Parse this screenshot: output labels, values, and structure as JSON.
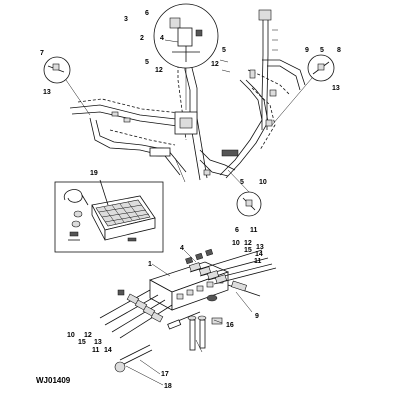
{
  "figure_id": "WJ01409",
  "callouts": {
    "c1": "1",
    "c2": "2",
    "c3": "3",
    "c4": "4",
    "c5": "5",
    "c6": "6",
    "c7": "7",
    "c8": "8",
    "c9": "9",
    "c10": "10",
    "c11": "11",
    "c12": "12",
    "c13": "13",
    "c14": "14",
    "c15": "15",
    "c16": "16",
    "c17": "17",
    "c18": "18",
    "c19": "19"
  }
}
